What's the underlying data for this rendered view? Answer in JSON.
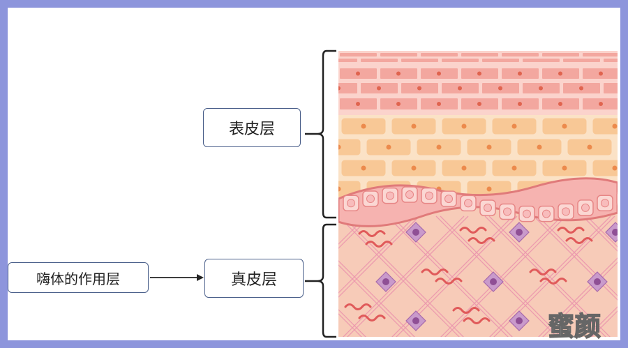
{
  "diagram": {
    "labels": {
      "epidermis": "表皮层",
      "dermis": "真皮层",
      "function": "嗨体的作用层"
    },
    "watermark": "蜜颜"
  },
  "colors": {
    "frame": "#8d95dc",
    "stratum_corneum": "#f2a8a0",
    "spinous_layer": "#f6c79a",
    "basal_layer": "#f08a8a",
    "dermis": "#f7cbb8",
    "fiber": "#e88fa5",
    "fibroblast": "#b57ab8",
    "elastic_fiber": "#e05a5a"
  },
  "icons": {
    "brace_epidermis": "curly-brace-icon",
    "brace_dermis": "curly-brace-icon",
    "arrow": "right-arrow-icon"
  }
}
